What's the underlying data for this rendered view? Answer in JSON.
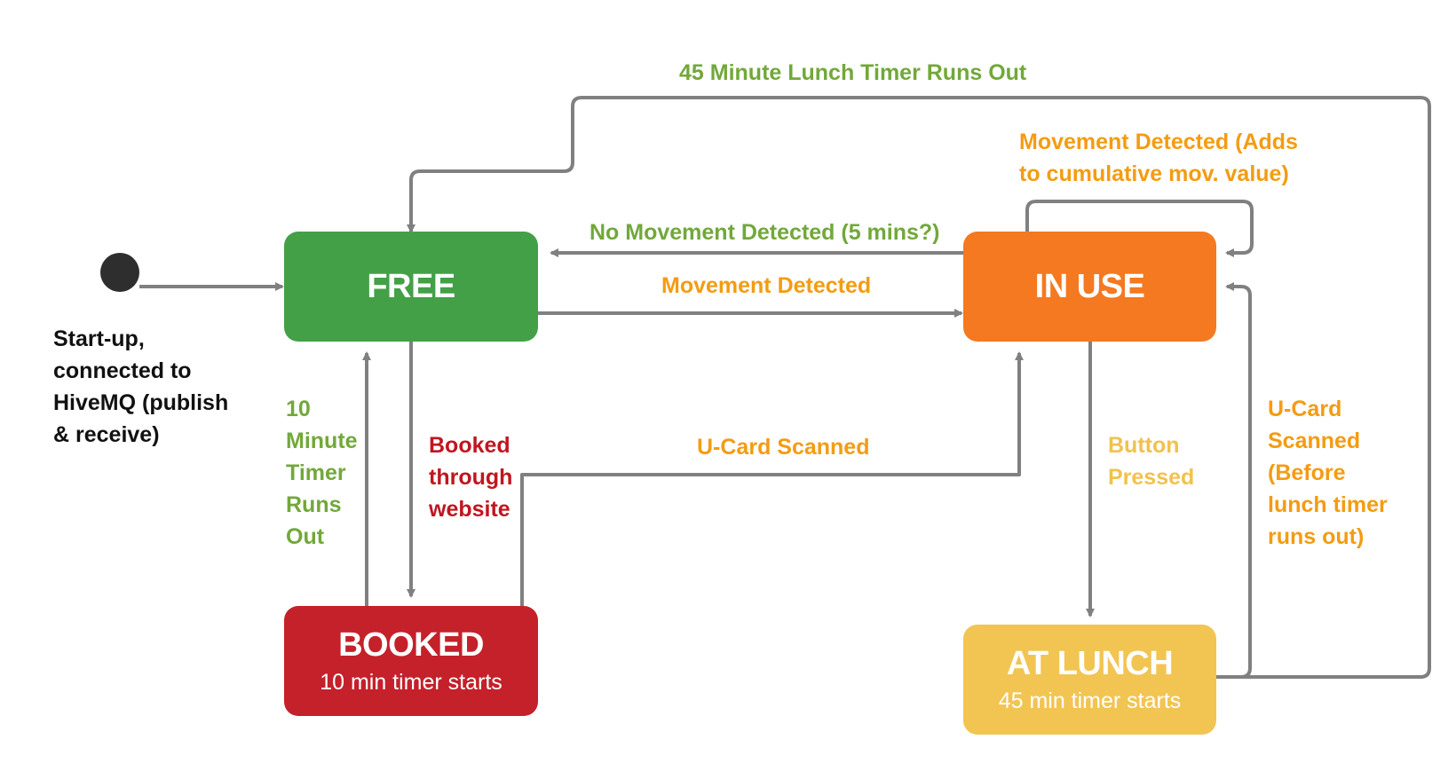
{
  "states": {
    "free": {
      "name": "FREE",
      "color": "#43a047"
    },
    "in_use": {
      "name": "IN USE",
      "color": "#f47920"
    },
    "booked": {
      "name": "BOOKED",
      "sub": "10 min timer starts",
      "color": "#c4212b"
    },
    "at_lunch": {
      "name": "AT LUNCH",
      "sub": "45 min timer starts",
      "color": "#f2c452"
    }
  },
  "start": {
    "label": [
      "Start-up,",
      "connected to",
      "HiveMQ (publish",
      "& receive)"
    ]
  },
  "transitions": {
    "lunch_timeout": "45 Minute Lunch Timer Runs Out",
    "movement_self": [
      "Movement Detected (Adds",
      "to cumulative mov. value)"
    ],
    "no_movement": "No Movement Detected (5 mins?)",
    "movement": "Movement Detected",
    "ucard_booked": "U-Card Scanned",
    "booked_timeout": [
      "10",
      "Minute",
      "Timer",
      "Runs",
      "Out"
    ],
    "booked_web": [
      "Booked",
      "through",
      "website"
    ],
    "button": [
      "Button",
      "Pressed"
    ],
    "ucard_lunch": [
      "U-Card",
      "Scanned",
      "(Before",
      "lunch timer",
      "runs out)"
    ]
  },
  "colors": {
    "line": "#808080",
    "orange_text": "#f39c12",
    "green_text": "#72a83a",
    "red_text": "#c0161f",
    "yellow_text": "#f2c14e"
  }
}
